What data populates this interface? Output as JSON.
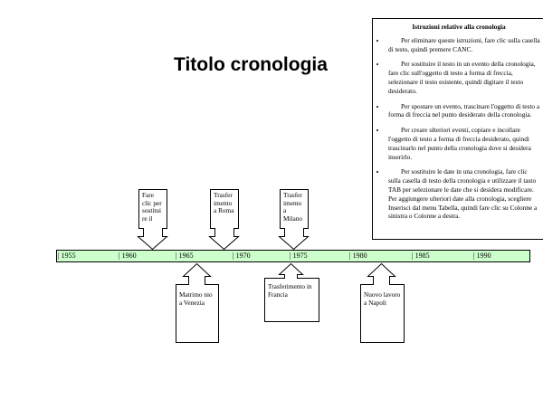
{
  "title": "Titolo cronologia",
  "instructions": {
    "title": "Istruzioni relative alla cronologia",
    "items": [
      "Per eliminare queste istruzioni, fare clic sulla casella di testo, quindi premere CANC.",
      "Per sostituire il testo in un evento della cronologia, fare clic sull'oggetto di testo a forma di freccia, selezionare il testo esistente, quindi digitare il testo desiderato.",
      "Per spostare un evento, trascinare l'oggetto di testo a forma di freccia nel punto desiderato della cronologia.",
      "Per creare ulteriori eventi, copiare e incollare l'oggetto di testo a forma di freccia desiderato, quindi trascinarlo nel punto della cronologia dove si desidera inserirlo.",
      "Per sostituire le date in una cronologia, fare clic sulla casella di testo della cronologia e utilizzare il tasto TAB per selezionare le date che si desidera modificare. Per aggiungere ulteriori date alla cronologia, scegliere Inserisci dal menu Tabella, quindi fare clic su Colonne a sinistra o Colonne a destra."
    ]
  },
  "timeline": {
    "labels": [
      "| 1955",
      "| 1960",
      "| 1965",
      "| 1970",
      "| 1975",
      "| 1980",
      "| 1985",
      "| 1990"
    ]
  },
  "events": {
    "above1": "Fare clic per sostitui re il",
    "above2": "Trasfer imento a Roma",
    "above3": "Trasfer imento a Milano",
    "below1": "Matrimo nio a Venezia",
    "below2": "Trasferimento in Francia",
    "below3": "Nuovo lavoro a Napoli"
  }
}
